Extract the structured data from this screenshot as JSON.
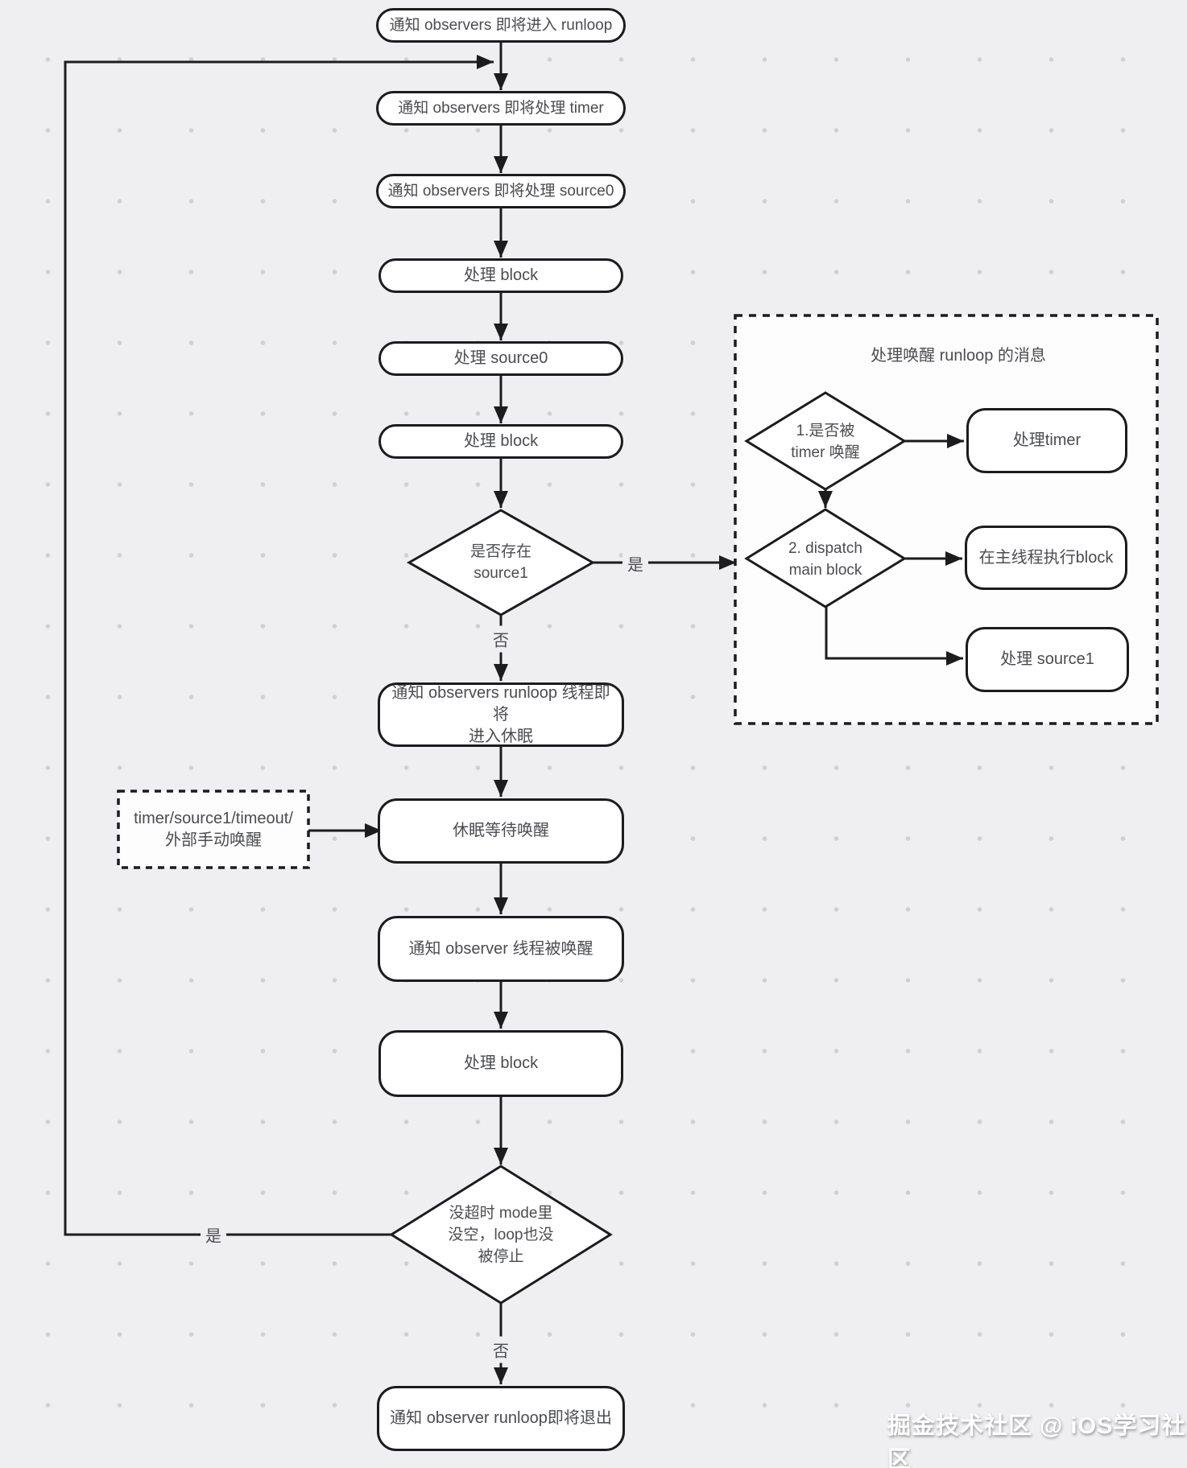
{
  "labels": {
    "yes": "是",
    "no": "否"
  },
  "watermark": "掘金技术社区 @ iOS学习社区",
  "flow": {
    "enter_runloop": "通知 observers 即将进入 runloop",
    "will_handle_timer": "通知 observers 即将处理 timer",
    "will_handle_source0": "通知 observers 即将处理 source0",
    "handle_block1": "处理 block",
    "handle_source0": "处理 source0",
    "handle_block2": "处理 block",
    "has_source1": [
      "是否存在",
      "source1"
    ],
    "will_sleep": [
      "通知 observers runloop 线程即将",
      "进入休眠"
    ],
    "wake_sources": [
      "timer/source1/timeout/",
      "外部手动唤醒"
    ],
    "sleep_wait": "休眠等待唤醒",
    "thread_woken": "通知 observer 线程被唤醒",
    "handle_block3": "处理 block",
    "loop_check": [
      "没超时 mode里",
      "没空，loop也没",
      "被停止"
    ],
    "will_exit": "通知 observer runloop即将退出"
  },
  "wake_panel": {
    "title": "处理唤醒 runloop 的消息",
    "check_timer": [
      "1.是否被",
      "timer 唤醒"
    ],
    "handle_timer": "处理timer",
    "check_dispatch": [
      "2. dispatch",
      "main block"
    ],
    "exec_main_block": "在主线程执行block",
    "handle_source1": "处理 source1"
  },
  "colors": {
    "background": "#efeff1",
    "dot_grid": "#cfd0d4",
    "line": "#1c1c1e",
    "node_fill": "#ffffff",
    "text": "#4b4c50"
  }
}
